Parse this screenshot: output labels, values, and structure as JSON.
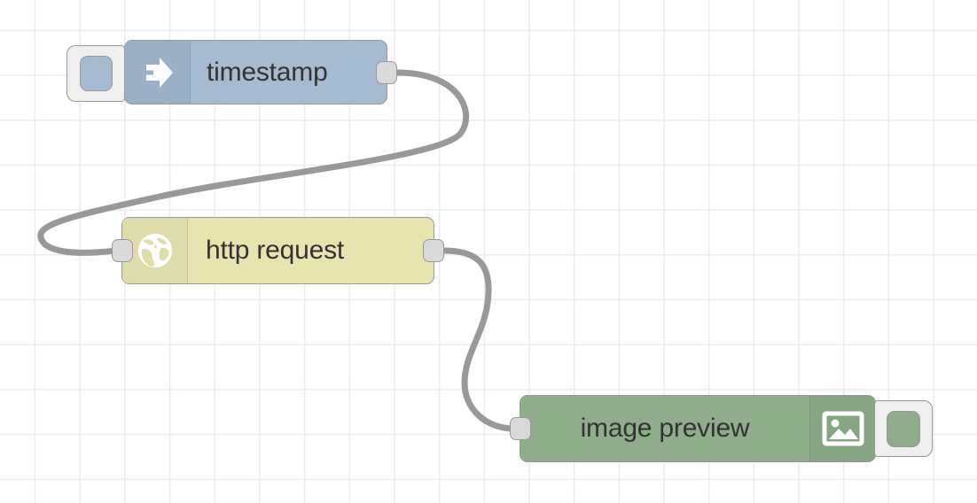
{
  "canvas": {
    "background_color": "#ffffff",
    "grid_color": "#ececec",
    "grid_size": 50.7
  },
  "wire_color": "#999999",
  "nodes": [
    {
      "id": "timestamp",
      "label": "timestamp",
      "type": "inject",
      "color": "#a6bbcf",
      "icon": "arrow-right-inject-icon",
      "has_inject_button": true,
      "ports": {
        "inputs": 0,
        "outputs": 1
      }
    },
    {
      "id": "http-request",
      "label": "http request",
      "type": "http request",
      "color": "#e7e4b0",
      "icon": "globe-icon",
      "ports": {
        "inputs": 1,
        "outputs": 1
      }
    },
    {
      "id": "image-preview",
      "label": "image preview",
      "type": "image",
      "color": "#8fad8b",
      "icon": "picture-icon",
      "has_status_button": true,
      "ports": {
        "inputs": 1,
        "outputs": 0
      }
    }
  ],
  "wires": [
    {
      "from": "timestamp",
      "to": "http-request"
    },
    {
      "from": "http-request",
      "to": "image-preview"
    }
  ]
}
